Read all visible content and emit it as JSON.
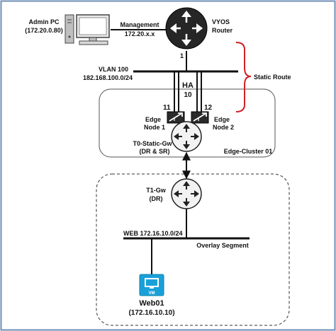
{
  "colors": {
    "frame_border": "#6f8fb5",
    "line": "#111111",
    "router_fill": "#262626",
    "router_light_fill": "#f2f2f2",
    "bracket": "#d22027",
    "vm_blue": "#1aa0d8",
    "box_border": "#555555"
  },
  "icons": {
    "admin_pc": "desktop-computer-icon",
    "vyos_router": "router-icon",
    "edge_node": "edge-node-icon",
    "t0_gateway": "gateway-router-icon",
    "t1_gateway": "gateway-router-icon",
    "vm": "virtual-machine-icon"
  },
  "labels": {
    "admin_pc_name": "Admin PC",
    "admin_pc_ip": "(172.20.0.80)",
    "management_title": "Management",
    "management_ip": "172.20.x.x",
    "vyos_line1": "VYOS",
    "vyos_line2": "Router",
    "router_port": "1",
    "vlan_name": "VLAN 100",
    "vlan_subnet": "182.168.100.0/24",
    "ha": "HA",
    "ha_id": "10",
    "static_route": "Static Route",
    "edge1_port": "11",
    "edge2_port": "12",
    "edge1_line1": "Edge",
    "edge1_line2": "Node 1",
    "edge2_line1": "Edge",
    "edge2_line2": "Node 2",
    "t0_line1": "T0-Static-Gw",
    "t0_line2": "(DR & SR)",
    "edge_cluster": "Edge-Cluster 01",
    "t1_line1": "T1-Gw",
    "t1_line2": "(DR)",
    "web_segment": "WEB 172.16.10.0/24",
    "overlay_segment": "Overlay Segment",
    "vm_badge": "VM",
    "web_name": "Web01",
    "web_ip": "(172.16.10.10)"
  }
}
